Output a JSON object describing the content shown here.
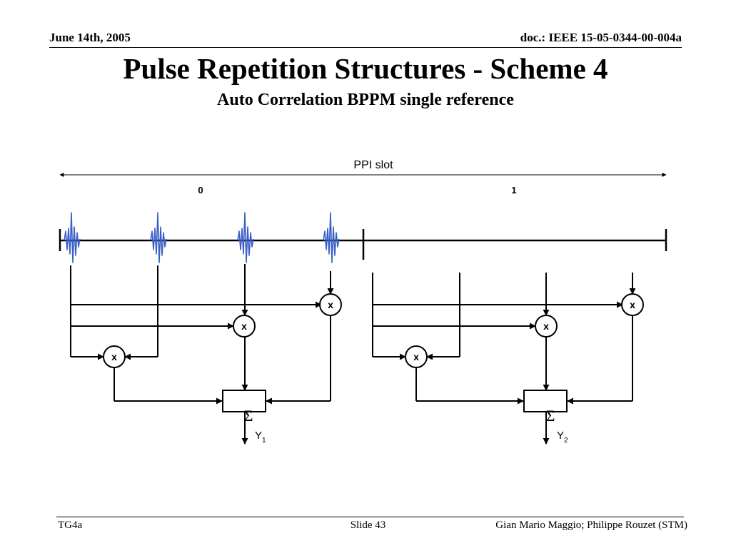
{
  "header": {
    "date": "June 14th, 2005",
    "doc_id": "doc.: IEEE 15-05-0344-00-004a"
  },
  "title": "Pulse Repetition Structures - Scheme 4",
  "subtitle": "Auto Correlation BPPM single reference",
  "diagram": {
    "span_label": "PPI slot",
    "slot_labels": [
      "0",
      "1"
    ],
    "multiplier_symbol": "x",
    "sum_symbol": "Σ",
    "outputs": [
      {
        "name": "Y",
        "subscript": "1"
      },
      {
        "name": "Y",
        "subscript": "2"
      }
    ],
    "colors": {
      "pulse": "#3a5fc8",
      "lines": "#000000"
    }
  },
  "footer": {
    "left": "TG4a",
    "center": "Slide 43",
    "right": "Gian Mario Maggio; Philippe Rouzet (STM)"
  }
}
